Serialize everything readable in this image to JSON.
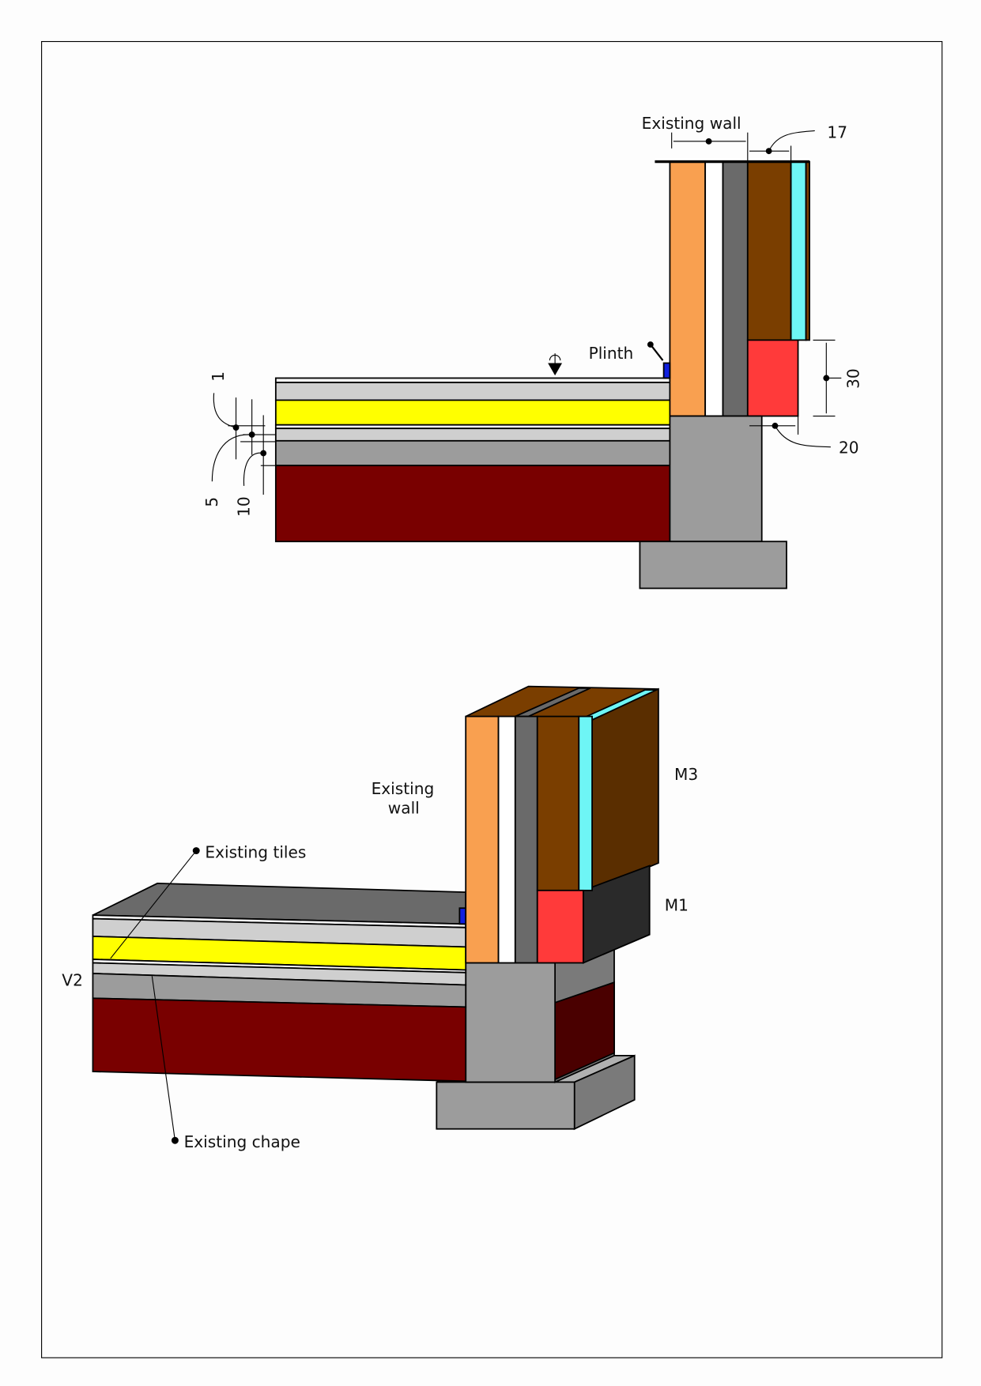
{
  "section_view": {
    "labels": {
      "existing_wall": "Existing wall",
      "plinth": "Plinth",
      "dim_17": "17",
      "dim_30": "30",
      "dim_20": "20",
      "dim_1": "1",
      "dim_5": "5",
      "dim_10": "10"
    }
  },
  "iso_view": {
    "labels": {
      "existing_wall_line1": "Existing",
      "existing_wall_line2": "wall",
      "m3": "M3",
      "m1": "M1",
      "existing_tiles": "Existing tiles",
      "v2": "V2",
      "existing_chape": "Existing chape"
    }
  },
  "colors": {
    "orange_layer": "#f9a050",
    "brown_layer": "#7a3e00",
    "cyan_layer": "#6ef5f5",
    "red_layer": "#ff3a3a",
    "yellow_layer": "#ffff00",
    "light_gray_layer": "#cfcfcf",
    "dark_gray_layer": "#6a6a6a",
    "concrete": "#9c9c9c",
    "maroon_layer": "#790000",
    "plinth_blue": "#1020e0"
  }
}
